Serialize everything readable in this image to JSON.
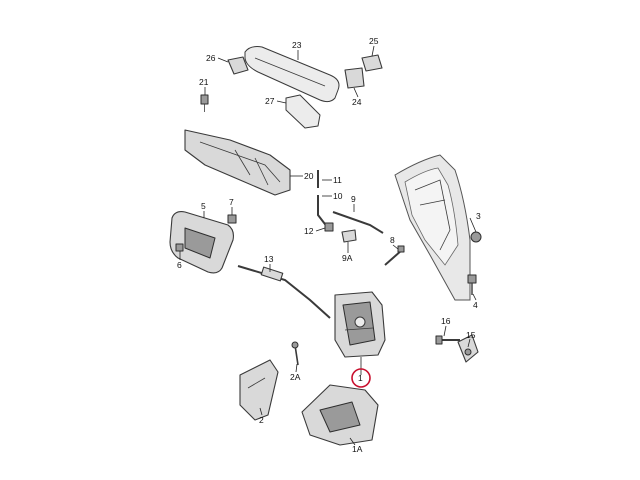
{
  "diagram": {
    "highlight_color": "#c8102e",
    "callouts": [
      {
        "id": "c26",
        "label": "26"
      },
      {
        "id": "c23",
        "label": "23"
      },
      {
        "id": "c25",
        "label": "25"
      },
      {
        "id": "c24",
        "label": "24"
      },
      {
        "id": "c21",
        "label": "21"
      },
      {
        "id": "c27",
        "label": "27"
      },
      {
        "id": "c20",
        "label": "20"
      },
      {
        "id": "c11",
        "label": "11"
      },
      {
        "id": "c10",
        "label": "10"
      },
      {
        "id": "c9",
        "label": "9"
      },
      {
        "id": "c12",
        "label": "12"
      },
      {
        "id": "c9a",
        "label": "9A"
      },
      {
        "id": "c5",
        "label": "5"
      },
      {
        "id": "c7",
        "label": "7"
      },
      {
        "id": "c6",
        "label": "6"
      },
      {
        "id": "c3",
        "label": "3"
      },
      {
        "id": "c8",
        "label": "8"
      },
      {
        "id": "c4",
        "label": "4"
      },
      {
        "id": "c13",
        "label": "13"
      },
      {
        "id": "c16",
        "label": "16"
      },
      {
        "id": "c15",
        "label": "15"
      },
      {
        "id": "c1",
        "label": "1"
      },
      {
        "id": "c2a",
        "label": "2A"
      },
      {
        "id": "c2",
        "label": "2"
      },
      {
        "id": "c1a",
        "label": "1A"
      }
    ]
  }
}
